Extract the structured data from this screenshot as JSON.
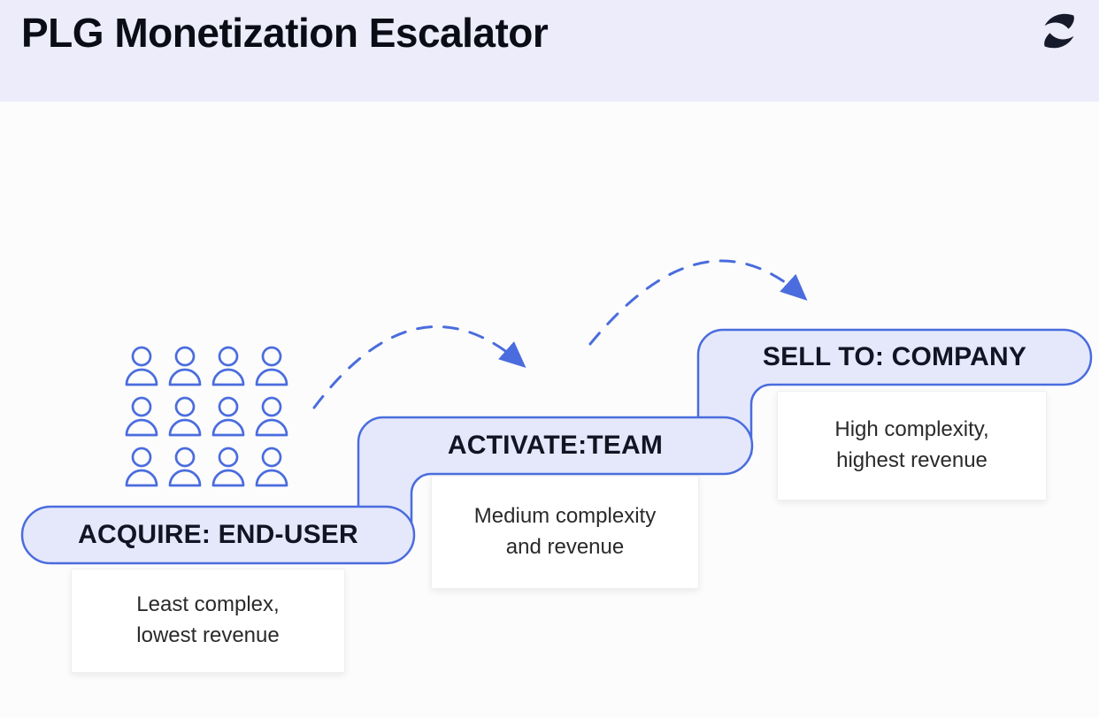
{
  "header": {
    "title": "PLG Monetization Escalator",
    "logo": "reforge-mark"
  },
  "colors": {
    "accent": "#4a6cde",
    "pill_fill": "#e4e8fa",
    "header_bg": "#ececfa",
    "body_bg": "#fcfcfc",
    "title_text": "#0b0d16",
    "label_text": "#101423",
    "card_text": "#2a2a2a",
    "logo_ink": "#171a2b"
  },
  "diagram": {
    "users_grid": {
      "rows": 3,
      "columns": 4,
      "icon": "person-icon"
    },
    "steps": [
      {
        "id": "acquire",
        "label": "ACQUIRE: END-USER",
        "description": "Least complex,\nlowest revenue"
      },
      {
        "id": "activate",
        "label": "ACTIVATE:TEAM",
        "description": "Medium complexity\nand revenue"
      },
      {
        "id": "sell",
        "label": "SELL TO: COMPANY",
        "description": "High complexity,\nhighest revenue"
      }
    ],
    "arrows": [
      {
        "id": "arrow-users-to-activate",
        "style": "dashed-curve"
      },
      {
        "id": "arrow-activate-to-sell",
        "style": "dashed-curve"
      }
    ]
  }
}
